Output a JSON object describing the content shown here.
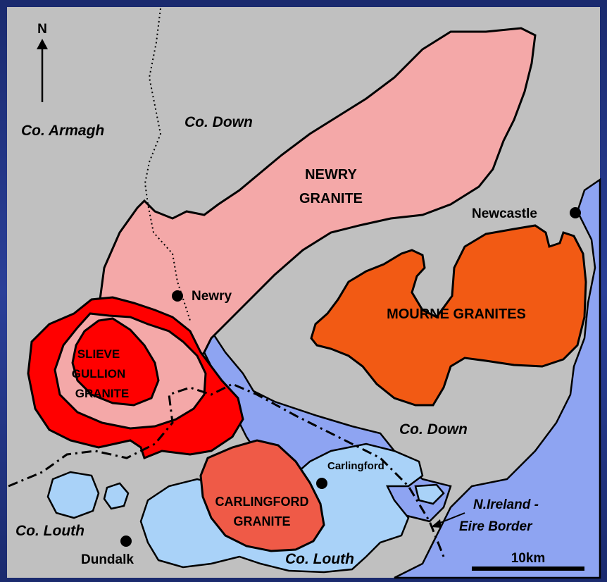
{
  "north": "N",
  "scale_bar": "10km",
  "counties": {
    "armagh": "Co. Armagh",
    "down_north": "Co. Down",
    "down_south": "Co. Down",
    "louth_west": "Co. Louth",
    "louth_south": "Co. Louth"
  },
  "towns": {
    "newcastle": "Newcastle",
    "newry": "Newry",
    "carlingford": "Carlingford",
    "dundalk": "Dundalk"
  },
  "granites": {
    "newry": [
      "NEWRY",
      "GRANITE"
    ],
    "mourne": "MOURNE GRANITES",
    "slieve_gullion": [
      "SLIEVE",
      "GULLION",
      "GRANITE"
    ],
    "carlingford": [
      "CARLINGFORD",
      "GRANITE"
    ]
  },
  "border": [
    "N.Ireland -",
    "Eire Border"
  ],
  "colors": {
    "land": "#c0c0c0",
    "sea": "#8ea4f2",
    "lough": "#a9d2f8",
    "newry_granite": "#f4a8a8",
    "mourne_granite": "#f25a14",
    "slieve_gullion": "#ff0000",
    "carlingford_granite": "#ef5a47"
  }
}
